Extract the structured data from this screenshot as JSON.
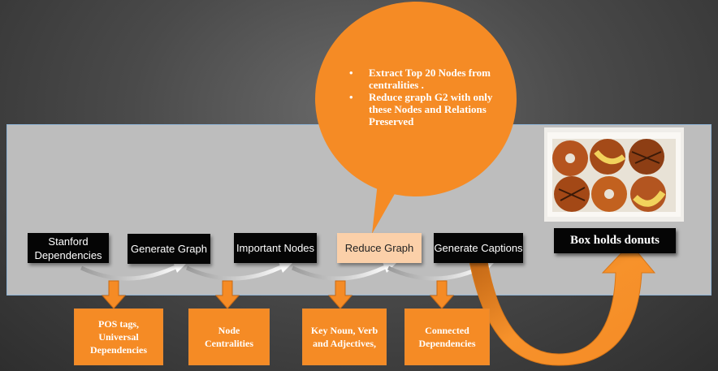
{
  "bubble": {
    "items": [
      "Extract Top 20 Nodes from centralities .",
      "Reduce graph G2 with only these Nodes and Relations Preserved"
    ]
  },
  "steps": [
    "Stanford Dependencies",
    "Generate Graph",
    "Important Nodes",
    "Reduce Graph",
    "Generate Captions"
  ],
  "notes": [
    "POS tags, Universal Dependencies",
    "Node Centralities",
    "Key Noun, Verb and Adjectives,",
    "Connected Dependencies"
  ],
  "result": "Box holds donuts",
  "colors": {
    "accent": "#f58b25",
    "highlight": "#fbd0a9",
    "box": "#050505",
    "band": "#bdbdbd"
  }
}
